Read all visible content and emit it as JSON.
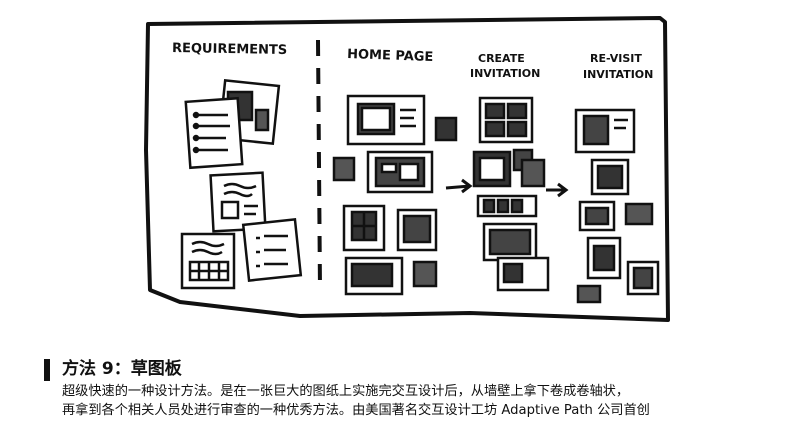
{
  "sketch": {
    "label_requirements": "REQUIREMENTS",
    "label_home_page": "HOME PAGE",
    "label_create_line1": "CREATE",
    "label_create_line2": "INVITATION",
    "label_revisit_line1": "RE-VISIT",
    "label_revisit_line2": "INVITATION"
  },
  "caption": {
    "title": "方法 9：草图板",
    "line1": "超级快速的一种设计方法。是在一张巨大的图纸上实施完交互设计后，从墙壁上拿下卷成卷轴状，",
    "line2": "再拿到各个相关人员处进行审查的一种优秀方法。由美国著名交互设计工坊 Adaptive Path 公司首创"
  }
}
